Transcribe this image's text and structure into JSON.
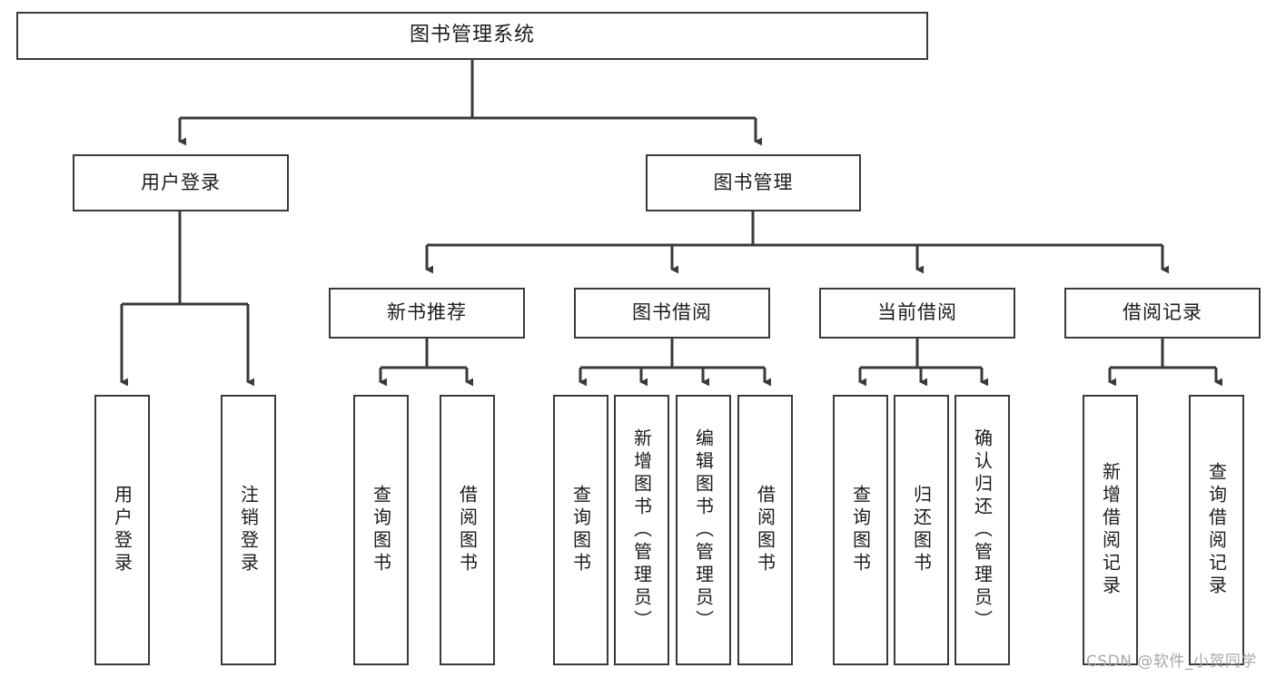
{
  "diagram": {
    "title": "图书管理系统",
    "type": "tree-hierarchy",
    "orientation": "top-down",
    "colors": {
      "box_border": "#3a3a3a",
      "box_fill": "#ffffff",
      "edge": "#3a3a3a",
      "text": "#1c1c1c",
      "watermark": "#a8a8a8",
      "background": "#ffffff"
    }
  },
  "root": {
    "label": "图书管理系统"
  },
  "level2": [
    {
      "label": "用户登录"
    },
    {
      "label": "图书管理"
    }
  ],
  "level3": [
    {
      "label": "新书推荐"
    },
    {
      "label": "图书借阅"
    },
    {
      "label": "当前借阅"
    },
    {
      "label": "借阅记录"
    }
  ],
  "leaves": {
    "user_login": [
      {
        "label": "用户登录"
      },
      {
        "label": "注销登录"
      }
    ],
    "new_book_recommend": [
      {
        "label": "查询图书"
      },
      {
        "label": "借阅图书"
      }
    ],
    "book_borrow": [
      {
        "label": "查询图书"
      },
      {
        "label": "新增图书（管理员）"
      },
      {
        "label": "编辑图书（管理员）"
      },
      {
        "label": "借阅图书"
      }
    ],
    "current_borrow": [
      {
        "label": "查询图书"
      },
      {
        "label": "归还图书"
      },
      {
        "label": "确认归还（管理员）"
      }
    ],
    "borrow_record": [
      {
        "label": "新增借阅记录"
      },
      {
        "label": "查询借阅记录"
      }
    ]
  },
  "watermark": {
    "text": "CSDN @软件_小贺同学"
  }
}
